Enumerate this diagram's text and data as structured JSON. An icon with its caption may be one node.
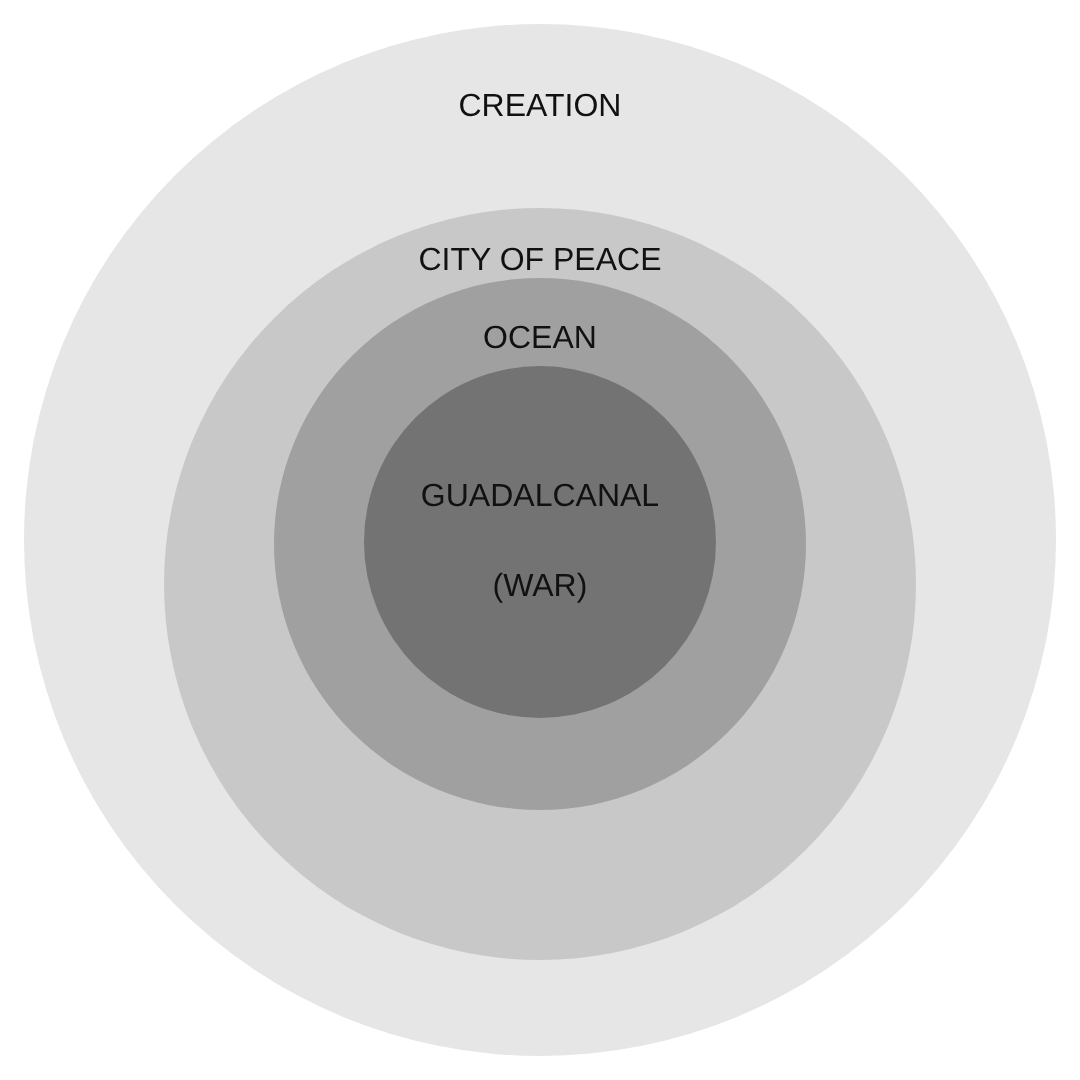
{
  "diagram": {
    "nodes": [
      {
        "text": [
          "CREATION"
        ]
      },
      {
        "text": [
          "CITY OF PEACE"
        ],
        "in": 0
      },
      {
        "text": [
          "OCEAN"
        ],
        "in": 1
      },
      {
        "text": [
          "GUADALCANAL",
          "(WAR)"
        ],
        "in": 2
      }
    ]
  }
}
